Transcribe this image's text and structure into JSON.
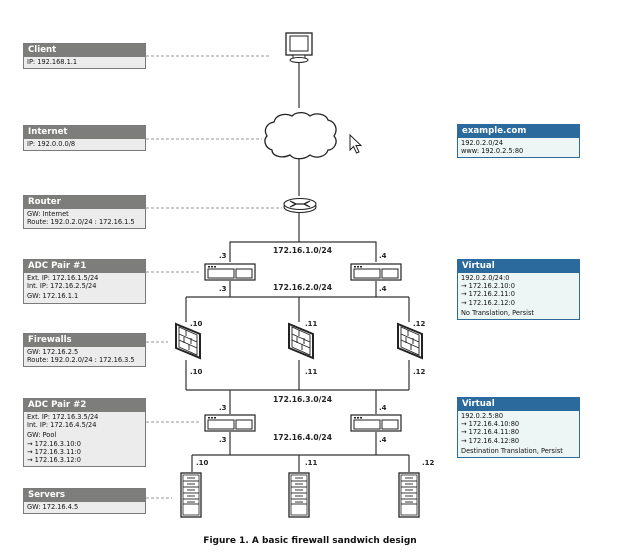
{
  "figure": {
    "caption": "Figure 1. A basic firewall sandwich design"
  },
  "left_boxes": [
    {
      "id": "client",
      "title": "Client",
      "lines": [
        "IP: 192.168.1.1"
      ]
    },
    {
      "id": "internet",
      "title": "Internet",
      "lines": [
        "IP: 192.0.0.0/8"
      ]
    },
    {
      "id": "router",
      "title": "Router",
      "lines": [
        "GW: Internet",
        "Route: 192.0.2.0/24 : 172.16.1.5"
      ]
    },
    {
      "id": "adc1",
      "title": "ADC Pair #1",
      "lines": [
        "Ext. IP: 172.16.1.5/24",
        "Int. IP: 172.16.2.5/24"
      ],
      "extra": [
        "GW: 172.16.1.1"
      ]
    },
    {
      "id": "firewalls",
      "title": "Firewalls",
      "lines": [
        "GW: 172.16.2.5",
        "Route: 192.0.2.0/24 : 172.16.3.5"
      ]
    },
    {
      "id": "adc2",
      "title": "ADC Pair #2",
      "lines": [
        "Ext. IP: 172.16.3.5/24",
        "Int. IP: 172.16.4.5/24"
      ],
      "extra": [
        "GW: Pool",
        "→ 172.16.3.10:0",
        "→ 172.16.3.11:0",
        "→ 172.16.3.12:0"
      ]
    },
    {
      "id": "servers",
      "title": "Servers",
      "lines": [
        "GW: 172.16.4.5"
      ]
    }
  ],
  "right_boxes": [
    {
      "id": "example",
      "title": "example.com",
      "lines": [
        "192.0.2.0/24",
        "www: 192.0.2.5:80"
      ]
    },
    {
      "id": "virtual1",
      "title": "Virtual",
      "lines": [
        "192.0.2.0/24:0",
        "→ 172.16.2.10:0",
        "→ 172.16.2.11:0",
        "→ 172.16.2.12:0"
      ],
      "extra": [
        "No Translation, Persist"
      ]
    },
    {
      "id": "virtual2",
      "title": "Virtual",
      "lines": [
        "192.0.2.5:80",
        "→ 172.16.4.10:80",
        "→ 172.16.4.11:80",
        "→ 172.16.4.12:80"
      ],
      "extra": [
        "Destination Translation, Persist"
      ]
    }
  ],
  "networks": {
    "net1": "172.16.1.0/24",
    "net2": "172.16.2.0/24",
    "net3": "172.16.3.0/24",
    "net4": "172.16.4.0/24"
  },
  "host_labels": {
    "adc1_left_top": ".3",
    "adc1_left_bottom": ".3",
    "adc1_right_top": ".4",
    "adc1_right_bottom": ".4",
    "fw1_top": ".10",
    "fw1_bottom": ".10",
    "fw2_top": ".11",
    "fw2_bottom": ".11",
    "fw3_top": ".12",
    "fw3_bottom": ".12",
    "adc2_left_top": ".3",
    "adc2_left_bottom": ".3",
    "adc2_right_top": ".4",
    "adc2_right_bottom": ".4",
    "srv1": ".10",
    "srv2": ".11",
    "srv3": ".12"
  },
  "icons": {
    "client": "monitor-icon",
    "internet": "cloud-icon",
    "router": "router-icon",
    "adc": "load-balancer-icon",
    "firewall": "firewall-icon",
    "server": "server-icon",
    "cursor": "mouse-cursor-icon"
  },
  "colors": {
    "gray_header": "#7d7e7b",
    "blue_header": "#2b6a9c",
    "box_body_gray": "#ececec",
    "box_body_blue": "#eef5f5",
    "line": "#333333"
  }
}
